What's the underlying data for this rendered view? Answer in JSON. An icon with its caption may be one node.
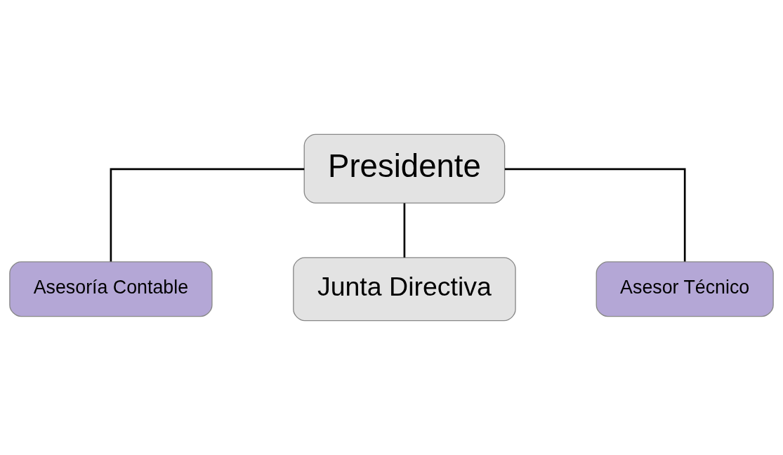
{
  "diagram": {
    "nodes": [
      {
        "text": [
          "Presidente"
        ]
      },
      {
        "text": [
          "Asesoría Contable"
        ]
      },
      {
        "text": [
          "Junta Directiva"
        ]
      },
      {
        "text": [
          "Asesor Técnico"
        ]
      }
    ],
    "edges": [
      {
        "from": 0,
        "to": 1,
        "arrow": "none"
      },
      {
        "from": 0,
        "to": 2,
        "arrow": "none"
      },
      {
        "from": 0,
        "to": 3,
        "arrow": "none"
      }
    ]
  }
}
